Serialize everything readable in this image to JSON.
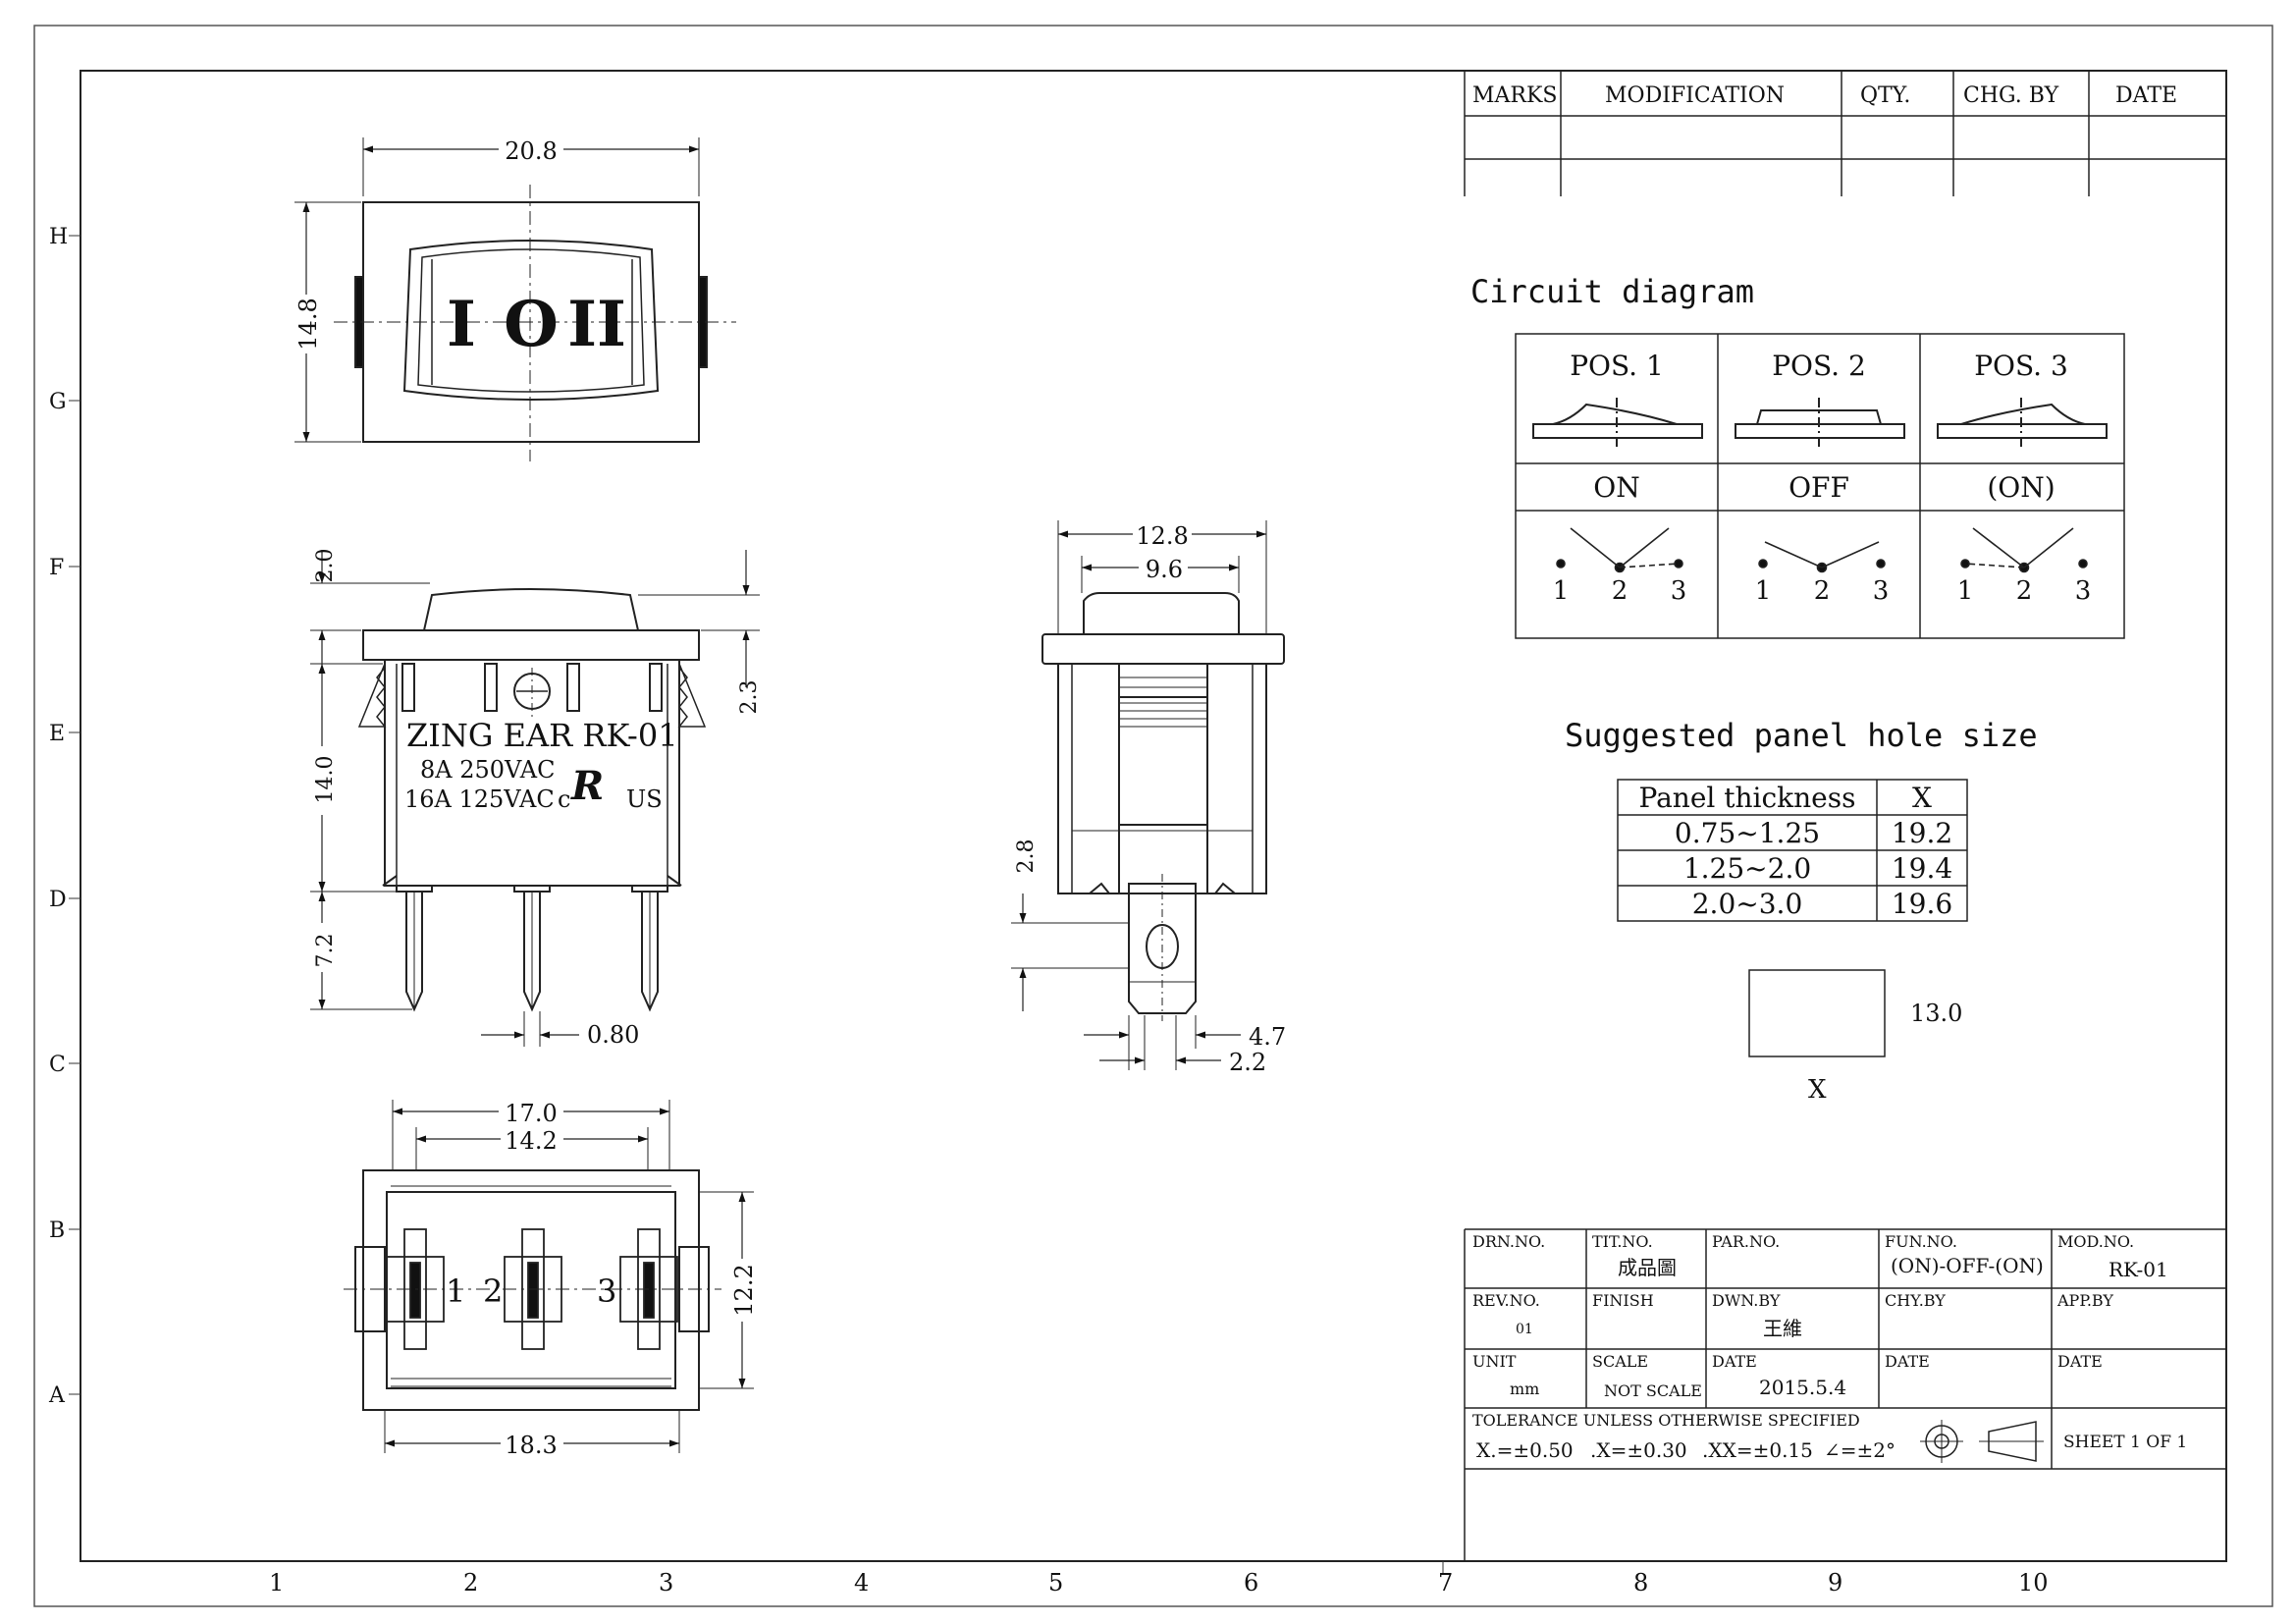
{
  "row_labels": [
    "H",
    "G",
    "F",
    "E",
    "D",
    "C",
    "B",
    "A"
  ],
  "col_labels": [
    "1",
    "2",
    "3",
    "4",
    "5",
    "6",
    "7",
    "8",
    "9",
    "10"
  ],
  "revision_table": {
    "headers": [
      "MARKS",
      "MODIFICATION",
      "QTY.",
      "CHG. BY",
      "DATE"
    ]
  },
  "circuit": {
    "title": "Circuit diagram",
    "positions": [
      {
        "label": "POS. 1",
        "state": "ON"
      },
      {
        "label": "POS. 2",
        "state": "OFF"
      },
      {
        "label": "POS. 3",
        "state": "(ON)"
      }
    ],
    "terminals": [
      "1",
      "2",
      "3"
    ]
  },
  "panel": {
    "title": "Suggested panel hole size",
    "headers": [
      "Panel thickness",
      "X"
    ],
    "rows": [
      {
        "thickness": "0.75~1.25",
        "x": "19.2"
      },
      {
        "thickness": "1.25~2.0",
        "x": "19.4"
      },
      {
        "thickness": "2.0~3.0",
        "x": "19.6"
      }
    ],
    "hole_height": "13.0",
    "hole_width_label": "X"
  },
  "top_view": {
    "width_dim": "20.8",
    "height_dim": "14.8",
    "symbols": [
      "I",
      "O",
      "II"
    ]
  },
  "front_view": {
    "dims": {
      "rocker": "2.0",
      "flange": "2.3",
      "body": "14.0",
      "pin_len": "7.2",
      "pin_w": "0.80"
    },
    "marking": {
      "line1": "ZING EAR RK-01",
      "line2": "8A 250VAC",
      "line3": "16A 125VAC",
      "cert_left": "c",
      "cert_mid": "R",
      "cert_right": "US"
    }
  },
  "side_view": {
    "dims": {
      "outer": "12.8",
      "inner": "9.6",
      "d1": "2.8",
      "d2": "4.7",
      "d3": "2.2"
    }
  },
  "bottom_view": {
    "dims": {
      "w1": "17.0",
      "w2": "14.2",
      "w3": "18.3",
      "h": "12.2"
    },
    "pins": [
      "1",
      "2",
      "3"
    ]
  },
  "title_block": {
    "drn_no_label": "DRN.NO.",
    "tit_no_label": "TIT.NO.",
    "tit_no": "成品圖",
    "par_no_label": "PAR.NO.",
    "fun_no_label": "FUN.NO.",
    "fun_no": "(ON)-OFF-(ON)",
    "mod_no_label": "MOD.NO.",
    "mod_no": "RK-01",
    "rev_no_label": "REV.NO.",
    "rev_no": "01",
    "finish_label": "FINISH",
    "dwn_by_label": "DWN.BY",
    "dwn_by": "王維",
    "chy_by_label": "CHY.BY",
    "app_by_label": "APP.BY",
    "unit_label": "UNIT",
    "unit": "mm",
    "scale_label": "SCALE",
    "scale": "NOT SCALE",
    "date_label": "DATE",
    "date": "2015.5.4",
    "date2_label": "DATE",
    "date3_label": "DATE",
    "tolerance_label": "TOLERANCE  UNLESS  OTHERWISE  SPECIFIED",
    "tol_x": "X.=±0.50",
    "tol_xx": ".X=±0.30",
    "tol_xxx": ".XX=±0.15",
    "tol_angle": "∠=±2°",
    "sheet": "SHEET  1  OF  1"
  }
}
